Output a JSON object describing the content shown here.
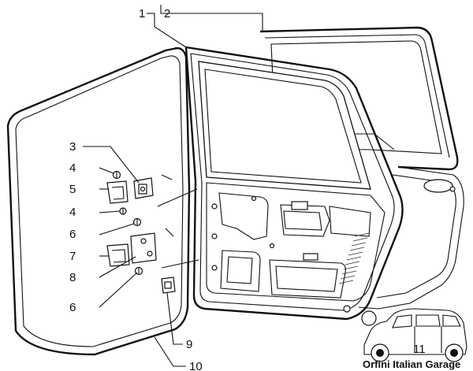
{
  "callouts": {
    "c1": "1",
    "c2": "2",
    "c3": "3",
    "c4a": "4",
    "c5": "5",
    "c4b": "4",
    "c6a": "6",
    "c7": "7",
    "c8": "8",
    "c6b": "6",
    "c9": "9",
    "c10": "10",
    "c11": "11"
  },
  "watermark": {
    "text": "Orfini Italian Garage"
  }
}
